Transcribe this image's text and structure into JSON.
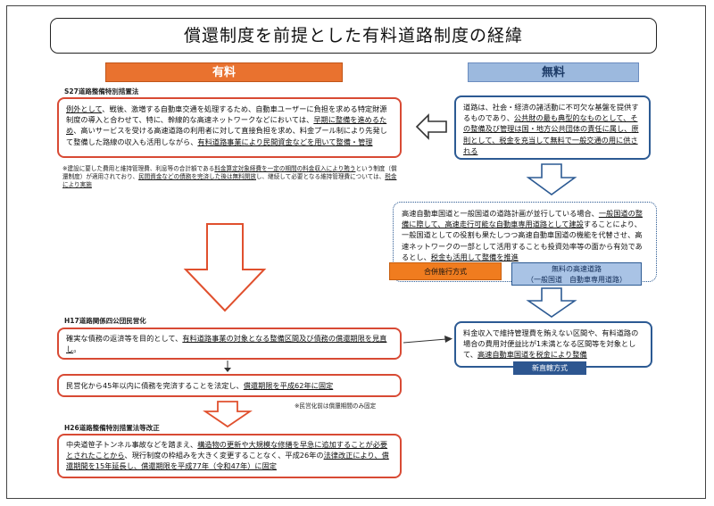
{
  "title": "償還制度を前提とした有料道路制度の経緯",
  "headers": {
    "paid": "有料",
    "free": "無料"
  },
  "s27": {
    "label": "S27道路整備特別措置法",
    "p1": "例外として",
    "p2": "、戦後、激増する自動車交通を処理するため、自動車ユーザーに負担を求める特定財源制度の導入と合わせて、特に、幹線的な高速ネットワークなどにおいては、",
    "p3": "早期に整備を進めるため",
    "p4": "、高いサービスを受ける高速道路の利用者に対して直接負担を求め、料金プール制により先発して整備した路線の収入も活用しながら、",
    "p5": "有料道路事業により民間資金などを用いて整備",
    "p6": "・管理",
    "note_a": "※建設に要した費用と維持管理費、利息等の合計額である",
    "note_b": "料金算定対象経費を一定の期間の料金収入により賄う",
    "note_c": "という制度（償還制度）が適用されており、",
    "note_d": "民間資金などの債務を完済した後は無料開放",
    "note_e": "し、継続して必要となる維持管理費については、",
    "note_f": "税金により実施"
  },
  "free_principle": {
    "p1": "道路は、社会・経済の諸活動に不可欠な基盤を提供するものであり、",
    "p2": "公共財の最も典型的なものとして、その整備及び管理は国・地方公共団体の責任に属し、",
    "p3": "原則として、税金を充当して無料で一般交通の用に供される"
  },
  "highway": {
    "p1": "高速自動車国道と一般国道の道路計画が並行している場合、",
    "p2": "一般国道の整備に際して、高速走行可能な自動車専用道路として建設",
    "p3": "することにより、一般国道としての役割も果たしつつ高速自動車国道の機能を代替させ、高速ネットワークの一部として活用することも投資効率等の面から有効であるとし、",
    "p4": "税金も活用して整備を推進",
    "tag_merged": "合併施行方式",
    "tag_free_line1": "無料の高速道路",
    "tag_free_line2": "（一般国道　自動車専用道路）"
  },
  "h17": {
    "label": "H17道路関係四公団民営化",
    "box1_a": "確実な債務の返済等を目的として、",
    "box1_b": "有料道路事業の対象となる整備区間及び債務の償還期限を見直し",
    "box1_c": "。",
    "box2_a": "民営化から45年以内に債務を完済することを法定し、",
    "box2_b": "償還期限を平成62年に固定",
    "note": "※民営化前は償還期間のみ固定"
  },
  "direct": {
    "p1": "料金収入で維持管理費を賄えない区間や、有料道路の場合の費用対便益比が1未満となる区間等を対象として、",
    "p2": "高速自動車国道を税金により整備",
    "tag": "新直轄方式"
  },
  "h26": {
    "label": "H26道路整備特別措置法等改正",
    "p1": "中央道笹子トンネル事故などを踏まえ、",
    "p2": "構造物の更新や大規模な修繕を早急に追加することが必要とされたことから",
    "p3": "、現行制度の枠組みを大きく変更することなく、平成26年の",
    "p4": "法律改正により、償還期間を15年延長し、償還期限を平成77年（令和47年）に固定"
  }
}
